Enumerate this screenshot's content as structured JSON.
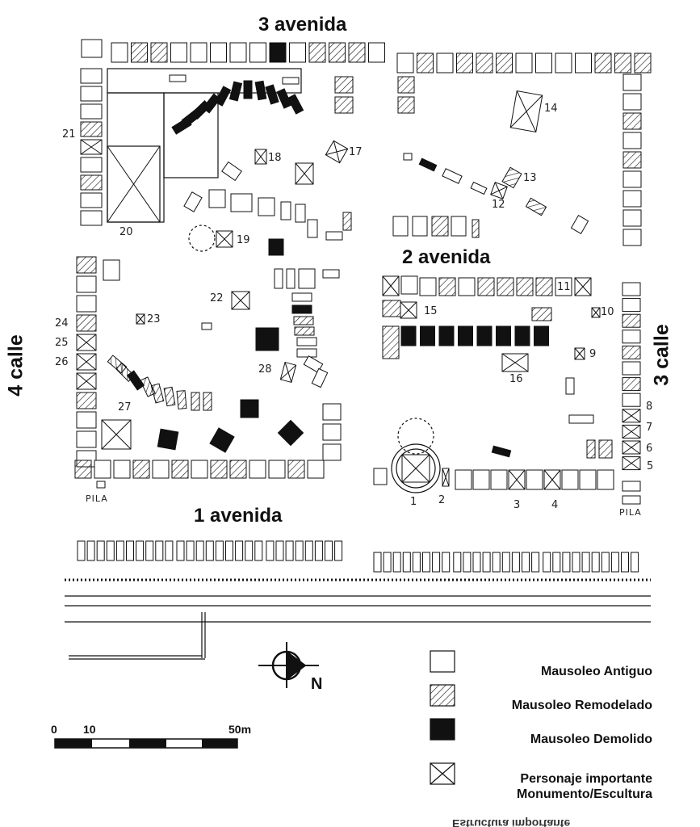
{
  "streets": {
    "top": "3 avenida",
    "middle": "2 avenida",
    "bottom": "1 avenida",
    "left": "4 calle",
    "right": "3 calle"
  },
  "pila_labels": [
    "PILA",
    "PILA"
  ],
  "site_numbers": [
    "1",
    "2",
    "3",
    "4",
    "5",
    "6",
    "7",
    "8",
    "9",
    "10",
    "11",
    "12",
    "13",
    "14",
    "15",
    "16",
    "17",
    "18",
    "19",
    "20",
    "21",
    "22",
    "23",
    "24",
    "25",
    "26",
    "27",
    "28"
  ],
  "north": "N",
  "scale": {
    "tick_0": "0",
    "tick_10": "10",
    "tick_50": "50m"
  },
  "legend": {
    "items": [
      {
        "label": "Mausoleo Antiguo",
        "symbol": "plain"
      },
      {
        "label": "Mausoleo Remodelado",
        "symbol": "hatched"
      },
      {
        "label": "Mausoleo Demolido",
        "symbol": "solid"
      },
      {
        "label": "Personaje importante\nMonumento/Escultura",
        "symbol": "crossed"
      }
    ]
  },
  "bottom_cutoff_text": "Estructura importante",
  "colors": {
    "ink": "#111111",
    "paper": "#ffffff"
  }
}
